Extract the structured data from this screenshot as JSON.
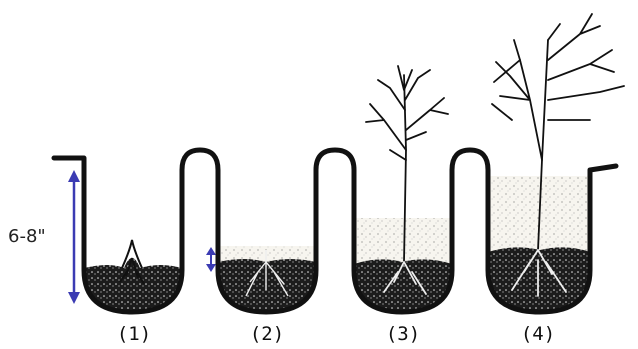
{
  "depth_label": "6-8\"",
  "colors": {
    "outline": "#111111",
    "dimension": "#3b3bb3",
    "soil": "#1a1a1a",
    "fill": "#f3f1ea"
  },
  "stages": [
    {
      "label": "(1)",
      "fill_level": 0.0
    },
    {
      "label": "(2)",
      "fill_level": 0.12
    },
    {
      "label": "(3)",
      "fill_level": 0.45
    },
    {
      "label": "(4)",
      "fill_level": 0.9
    }
  ],
  "icons": {
    "plant": "plant-icon",
    "tree": "sapling-icon"
  }
}
